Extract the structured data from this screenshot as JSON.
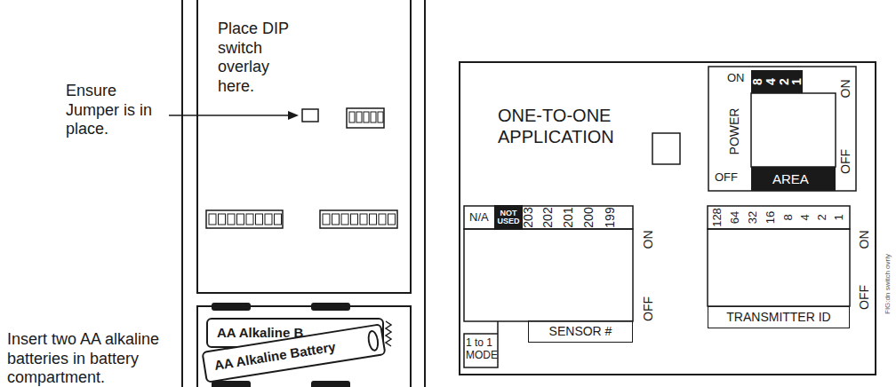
{
  "diagram": {
    "nodes": [
      {
        "text": [
          "AREA"
        ]
      },
      {
        "text": [
          "NOT USED"
        ]
      },
      {
        "text": [
          "SENSOR #"
        ]
      },
      {
        "text": [
          "TRANSMITTER ID"
        ]
      },
      {
        "text": [
          "AA Alkaline B"
        ]
      },
      {
        "text": [
          "AA Alkaline Battery"
        ]
      }
    ],
    "labels": [
      "Place DIP switch overlay here.",
      "Ensure Jumper is in place.",
      "Insert two AA alkaline batteries in battery compartment.",
      "ONE-TO-ONE APPLICATION",
      "ON",
      "8",
      "4",
      "2",
      "1",
      "POWER",
      "OFF",
      "ON",
      "OFF",
      "N/A",
      "203",
      "202",
      "201",
      "200",
      "199",
      "ON",
      "OFF",
      "1 to 1 MODE",
      "128",
      "64",
      "32",
      "16",
      "8",
      "4",
      "2",
      "1",
      "ON",
      "OFF",
      "FIG:dn switch ovrly"
    ]
  }
}
